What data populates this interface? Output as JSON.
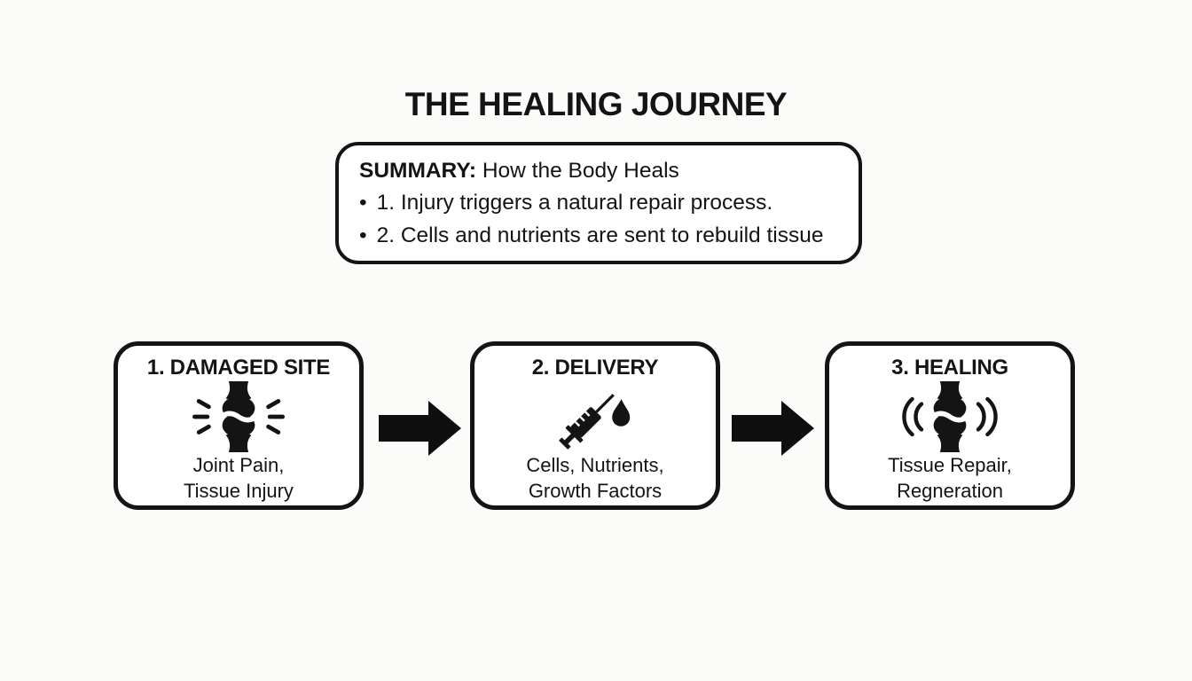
{
  "page": {
    "title": "THE HEALING JOURNEY",
    "background_color": "#fbfbfa",
    "ink_color": "#141414",
    "box_background": "#ffffff"
  },
  "summary": {
    "heading_label": "SUMMARY:",
    "heading_text": "How the Body Heals",
    "bullet_marker": "•",
    "bullets": [
      "1. Injury triggers a natural repair process.",
      "2. Cells and nutrients are sent to rebuild tissue"
    ]
  },
  "steps": [
    {
      "title": "1. DAMAGED SITE",
      "icon": "injured-joint-icon",
      "caption_line1": "Joint Pain,",
      "caption_line2": "Tissue Injury"
    },
    {
      "title": "2. DELIVERY",
      "icon": "syringe-drop-icon",
      "caption_line1": "Cells, Nutrients,",
      "caption_line2": "Growth Factors"
    },
    {
      "title": "3. HEALING",
      "icon": "healing-joint-icon",
      "caption_line1": "Tissue Repair,",
      "caption_line2": "Regneration"
    }
  ],
  "connectors": [
    {
      "icon": "arrow-right-icon"
    },
    {
      "icon": "arrow-right-icon"
    }
  ]
}
